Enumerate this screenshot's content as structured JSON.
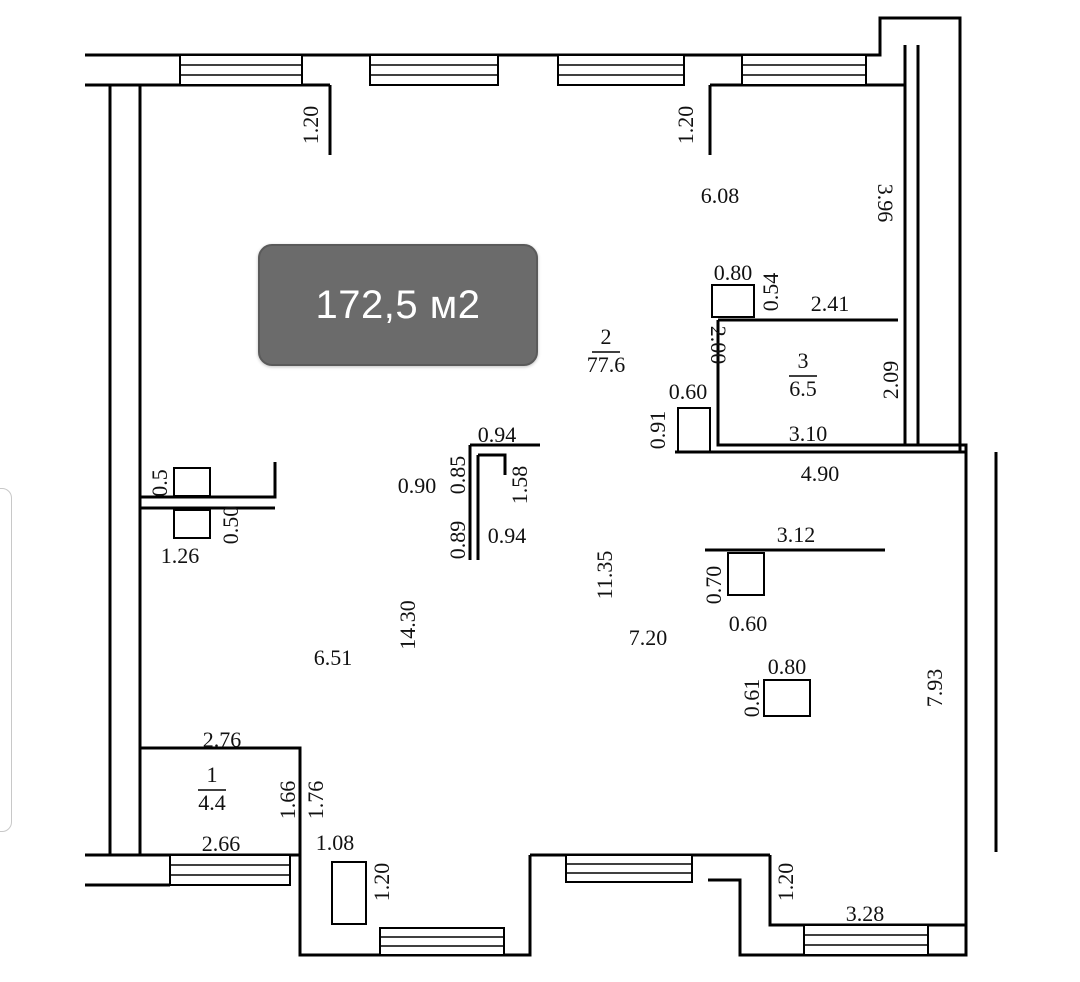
{
  "area_label": "172,5 м2",
  "rooms": [
    {
      "number": "1",
      "area": "4.4"
    },
    {
      "number": "2",
      "area": "77.6"
    },
    {
      "number": "3",
      "area": "6.5"
    }
  ],
  "dimensions": [
    "1.20",
    "1.20",
    "6.08",
    "3.96",
    "0.80",
    "0.54",
    "2.41",
    "2.00",
    "2.09",
    "0.60",
    "0.91",
    "3.10",
    "4.90",
    "0.94",
    "0.85",
    "0.90",
    "1.58",
    "0.89",
    "0.94",
    "0.5",
    "0.50",
    "1.26",
    "11.35",
    "14.30",
    "6.51",
    "7.20",
    "3.12",
    "0.70",
    "0.60",
    "0.80",
    "0.61",
    "7.93",
    "2.76",
    "1.66",
    "1.76",
    "2.66",
    "1.08",
    "1.20",
    "1.20",
    "3.28"
  ]
}
